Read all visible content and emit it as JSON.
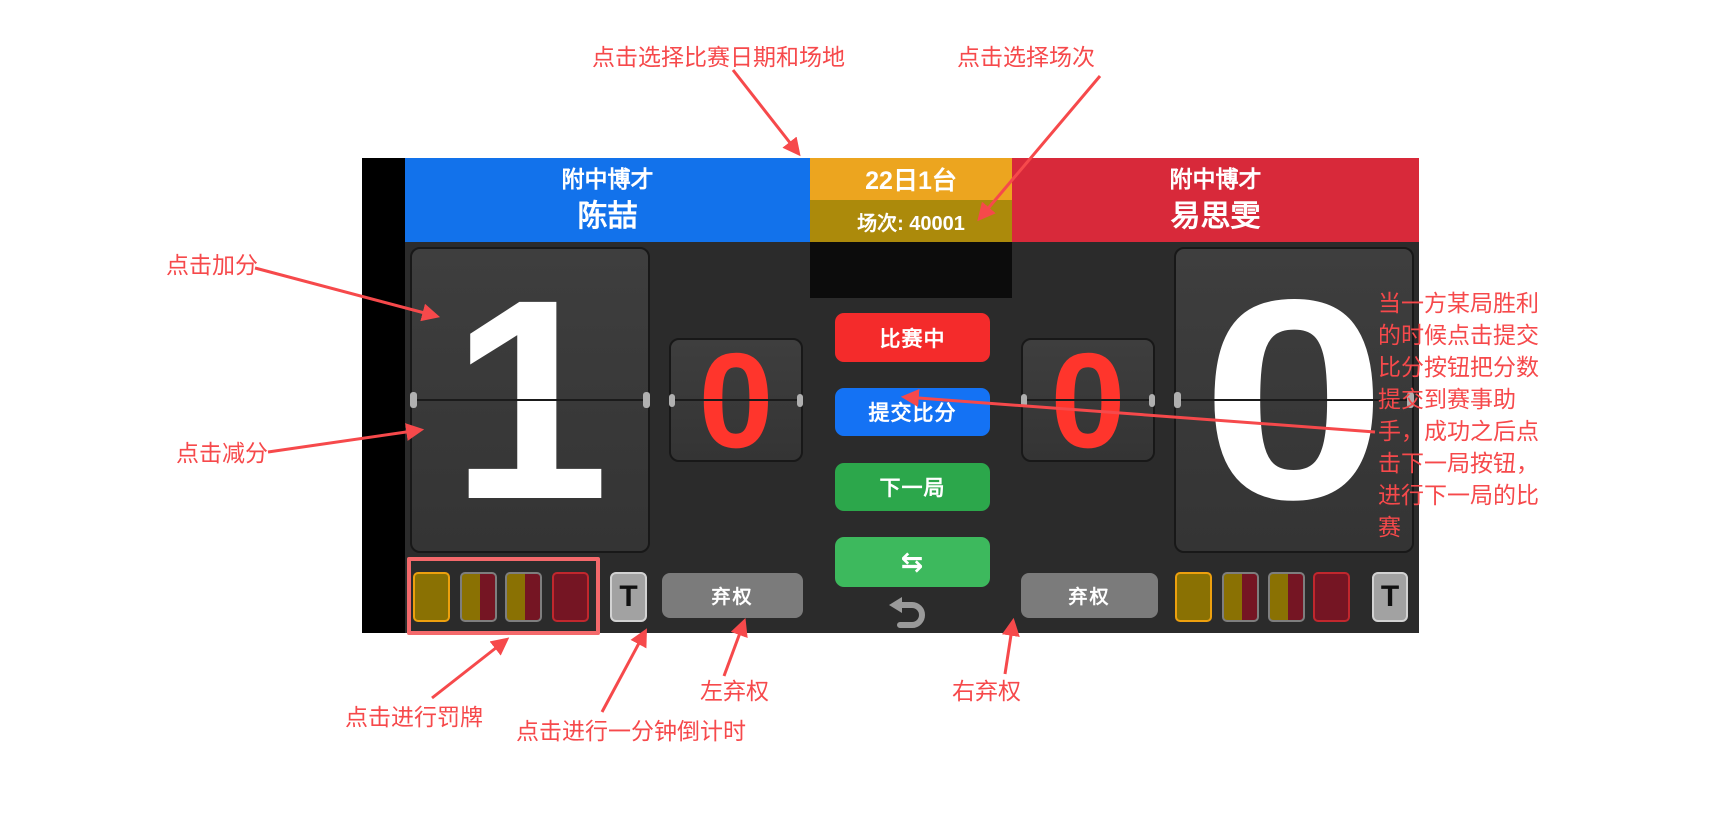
{
  "scoreboard": {
    "left": {
      "team": "附中博才",
      "player": "陈喆",
      "main_score": "1",
      "sub_score": "0",
      "forfeit": "弃权",
      "timeout": "T"
    },
    "right": {
      "team": "附中博才",
      "player": "易思雯",
      "main_score": "0",
      "sub_score": "0",
      "forfeit": "弃权",
      "timeout": "T"
    },
    "center": {
      "date_table": "22日1台",
      "session": "场次: 40001",
      "match_status": "比赛中",
      "submit_score": "提交比分",
      "next_game": "下一局",
      "swap_icon": "⇆"
    }
  },
  "annotations": {
    "select_date_venue": "点击选择比赛日期和场地",
    "select_session": "点击选择场次",
    "add_point": "点击加分",
    "minus_point": "点击减分",
    "submit_score_note": "当一方某局胜利的时候点击提交比分按钮把分数提交到赛事助手，成功之后点击下一局按钮，进行下一局的比赛",
    "penalty_card": "点击进行罚牌",
    "one_minute_countdown": "点击进行一分钟倒计时",
    "left_forfeit": "左弃权",
    "right_forfeit": "右弃权"
  },
  "colors": {
    "blue_header": "#1272eb",
    "orange_header": "#eca51f",
    "gold_header": "#ac8a0b",
    "red_header": "#d8293a",
    "status_red": "#f42b2b",
    "submit_blue": "#1472f4",
    "next_green": "#2ca74b",
    "swap_green": "#3db95d",
    "card_yellow": "#8a7103",
    "card_maroon": "#751523",
    "card_yellow_border": "#eda00e",
    "card_red_border": "#c1272d",
    "annotation_red": "#f6494b",
    "board_background": "#2b2b2b"
  }
}
